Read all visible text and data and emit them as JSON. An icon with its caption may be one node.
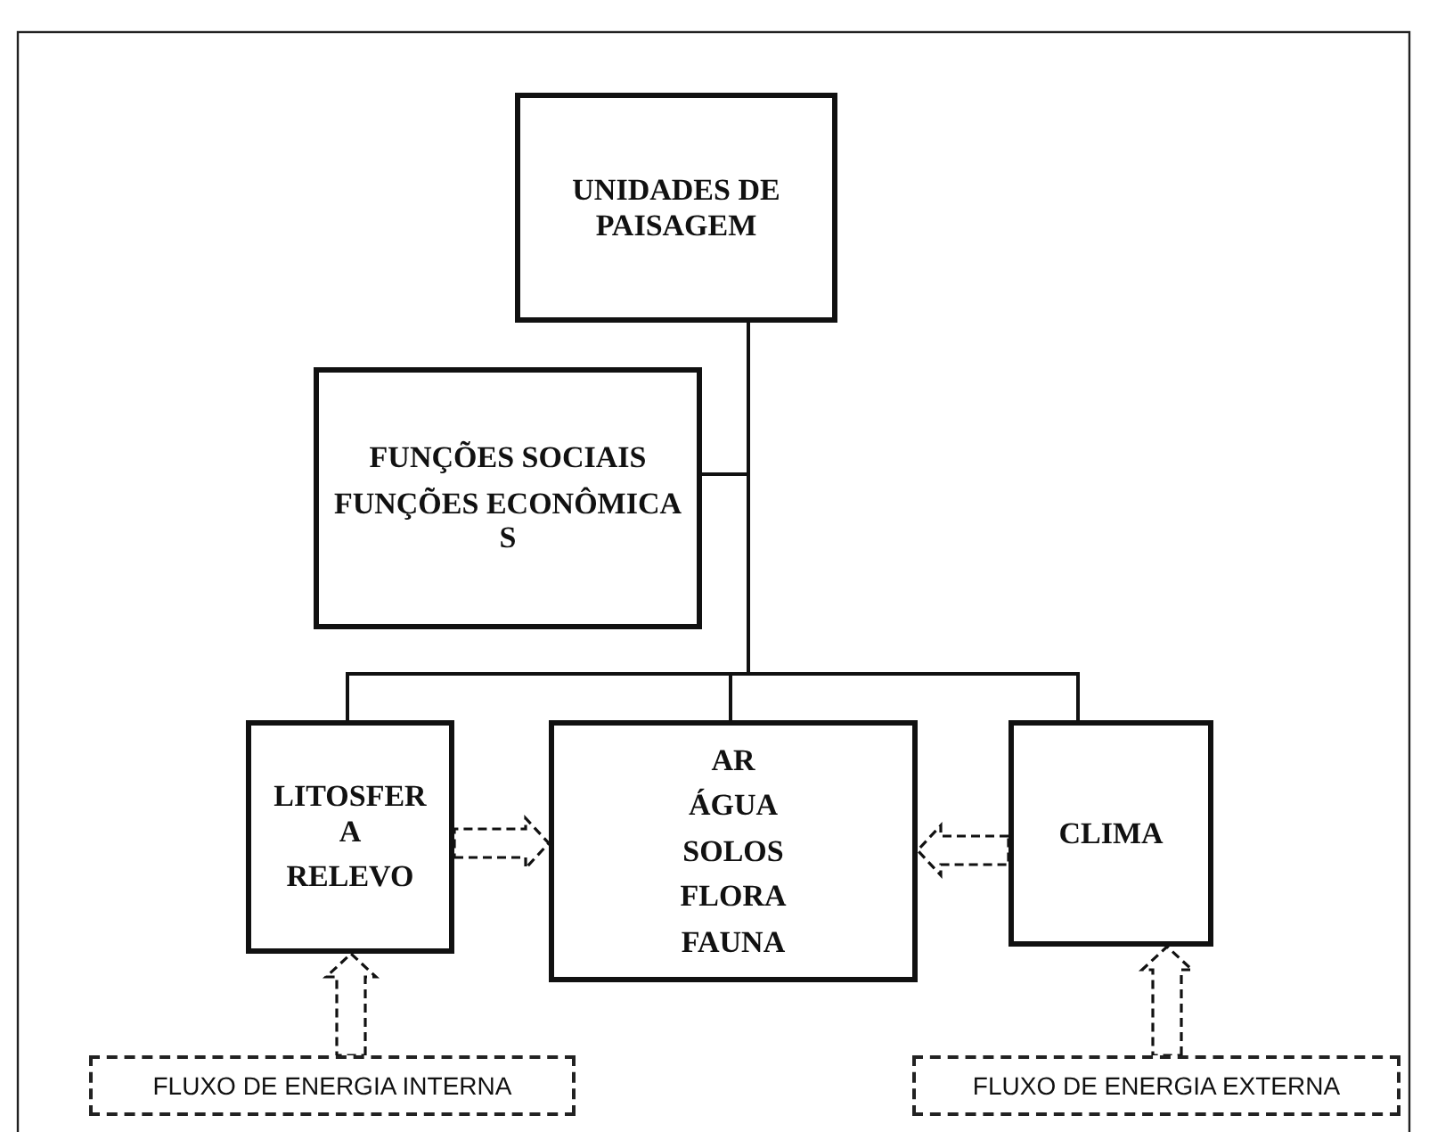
{
  "diagram": {
    "nodes": [
      {
        "text": [
          "UNIDADES DE PAISAGEM"
        ]
      },
      {
        "text": [
          "FUNÇÕES SOCIAIS",
          "FUNÇÕES ECONÔMICAS"
        ]
      },
      {
        "text": [
          "LITOSFERA",
          "RELEVO"
        ]
      },
      {
        "text": [
          "AR",
          "ÁGUA",
          "SOLOS",
          "FLORA",
          "FAUNA"
        ]
      },
      {
        "text": [
          "CLIMA"
        ]
      },
      {
        "text": [
          "FLUXO DE ENERGIA INTERNA"
        ]
      },
      {
        "text": [
          "FLUXO DE ENERGIA EXTERNA"
        ]
      }
    ],
    "edges": [
      {
        "from": 0,
        "to": 1,
        "arrow": "none"
      },
      {
        "from": 0,
        "to": 2,
        "arrow": "none"
      },
      {
        "from": 0,
        "to": 3,
        "arrow": "none"
      },
      {
        "from": 0,
        "to": 4,
        "arrow": "none"
      },
      {
        "from": 2,
        "to": 3,
        "arrow": "to",
        "style": "dashed"
      },
      {
        "from": 4,
        "to": 3,
        "arrow": "to",
        "style": "dashed"
      },
      {
        "from": 5,
        "to": 2,
        "arrow": "to",
        "style": "dashed"
      },
      {
        "from": 6,
        "to": 4,
        "arrow": "to",
        "style": "dashed"
      }
    ]
  }
}
